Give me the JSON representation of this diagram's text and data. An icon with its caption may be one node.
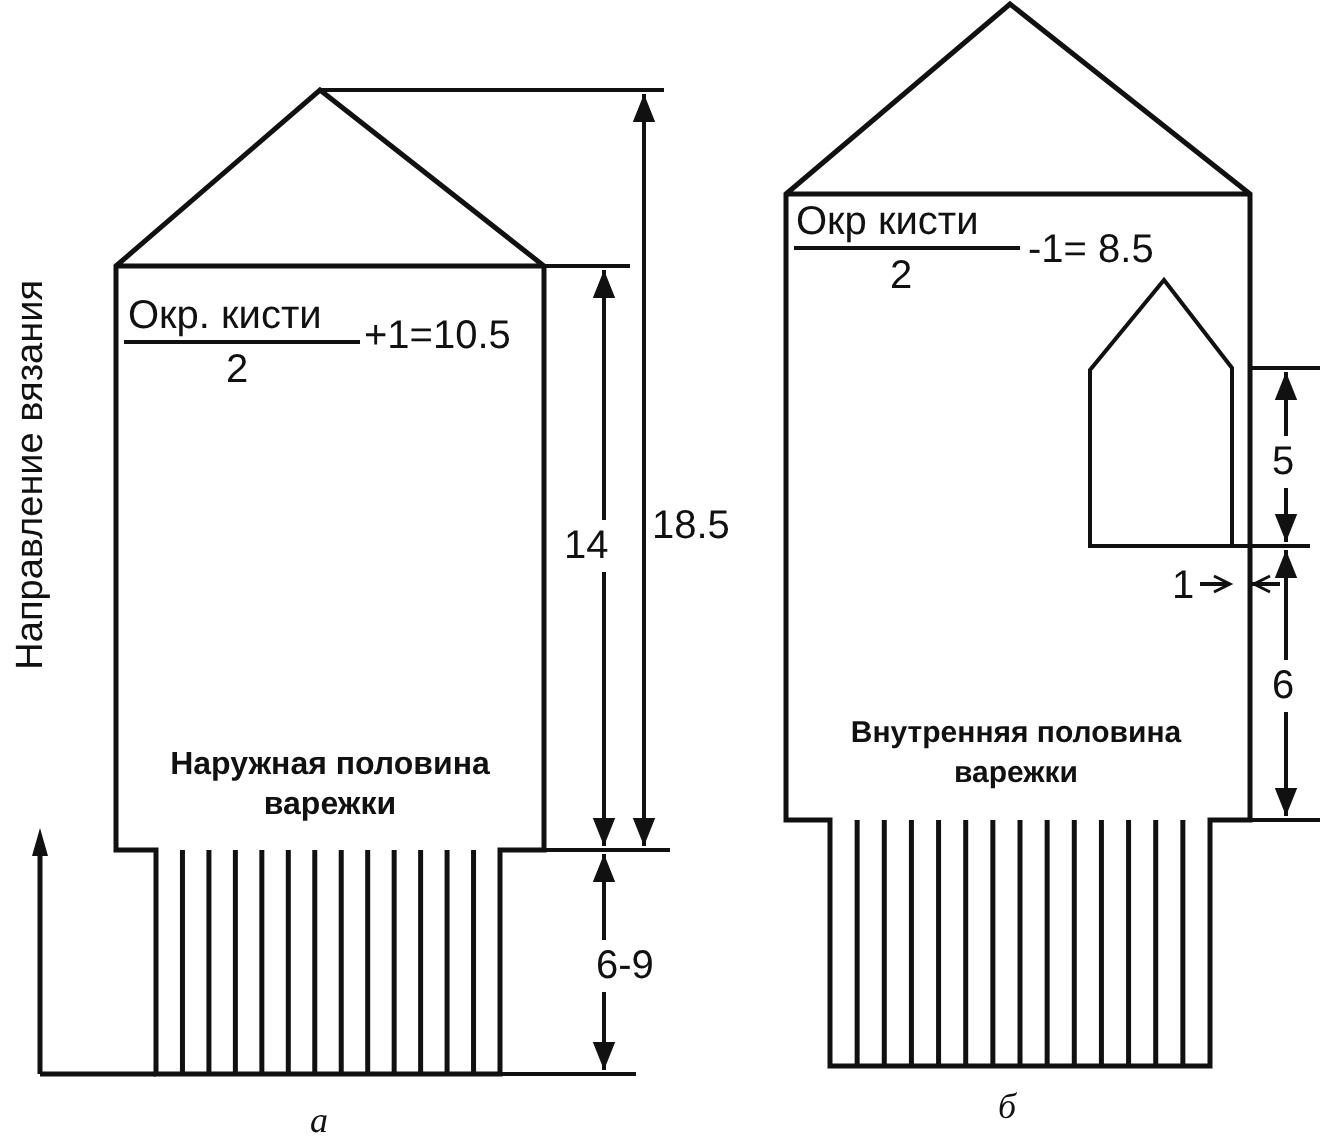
{
  "diagram": {
    "nodes": [
      {
        "text": [
          "Наружная половина варежки"
        ]
      },
      {
        "text": [
          "Внутренняя половина варежки"
        ]
      }
    ],
    "labels": [
      "Окр. кисти",
      "2",
      "+1=10.5",
      "14",
      "18.5",
      "6-9",
      "Направление вязания",
      "а",
      "Окр кисти",
      "2",
      "-1= 8.5",
      "5",
      "1",
      "6",
      "б"
    ]
  }
}
